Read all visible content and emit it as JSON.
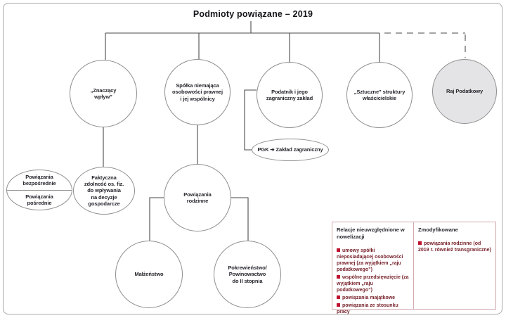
{
  "title": "Podmioty powiązane – 2019",
  "colors": {
    "connector": "#4a4a4a",
    "circle_border": "#8f8f8f",
    "gray_fill": "#e4e4e6",
    "text": "#26262e",
    "table_border": "#d4a9ad",
    "item_text": "#77222b",
    "bullet": "#c0122e",
    "page_border": "#a9a9a9"
  },
  "nodes": {
    "znaczacy_wplyw": {
      "label": "„Znaczący\nwpływ”"
    },
    "spolka": {
      "label": "Spółka niemająca\nosobowości prawnej\ni jej wspólnicy"
    },
    "podatnik": {
      "label": "Podatnik i jego\nzagraniczny zakład"
    },
    "sztuczne": {
      "label": "„Sztuczne” struktury\nwłaścicielskie"
    },
    "raj_podatkowy": {
      "label": "Raj Podatkowy"
    },
    "powiazania_bezposrednie": {
      "label": "Powiązania\nbezpośrednie"
    },
    "powiazania_posrednie": {
      "label": "Powiązania\npośrednie"
    },
    "faktyczna_zdolnosc": {
      "label": "Faktyczna\nzdolność os. fiz.\ndo wpływania\nna decyzje\ngospodarcze"
    },
    "powiazania_rodzinne": {
      "label": "Powiązania\nrodzinne"
    },
    "malzenstwo": {
      "label": "Małżeństwo"
    },
    "pokrewienstwo": {
      "label": "Pokrewieństwo/\nPowinowactwo\ndo II stopnia"
    },
    "pgk": {
      "label": "PGK ➔ Zakład zagraniczny"
    }
  },
  "table": {
    "headers": [
      "Relacje nieuwzględnione w nowelizacji",
      "Zmodyfikowane"
    ],
    "bullet_icon": "red-square",
    "left_items": [
      "umowy spółki nieposiadającej osobowości prawnej (za wyjątkiem „raju podatkowego”)",
      "wspólne przedsięwzięcie (za wyjątkiem „raju podatkowego”)",
      "powiązania majątkowe",
      "powiązania ze stosunku pracy"
    ],
    "right_items": [
      "powiązania rodzinne (od 2019 r. również transgraniczne)"
    ]
  }
}
